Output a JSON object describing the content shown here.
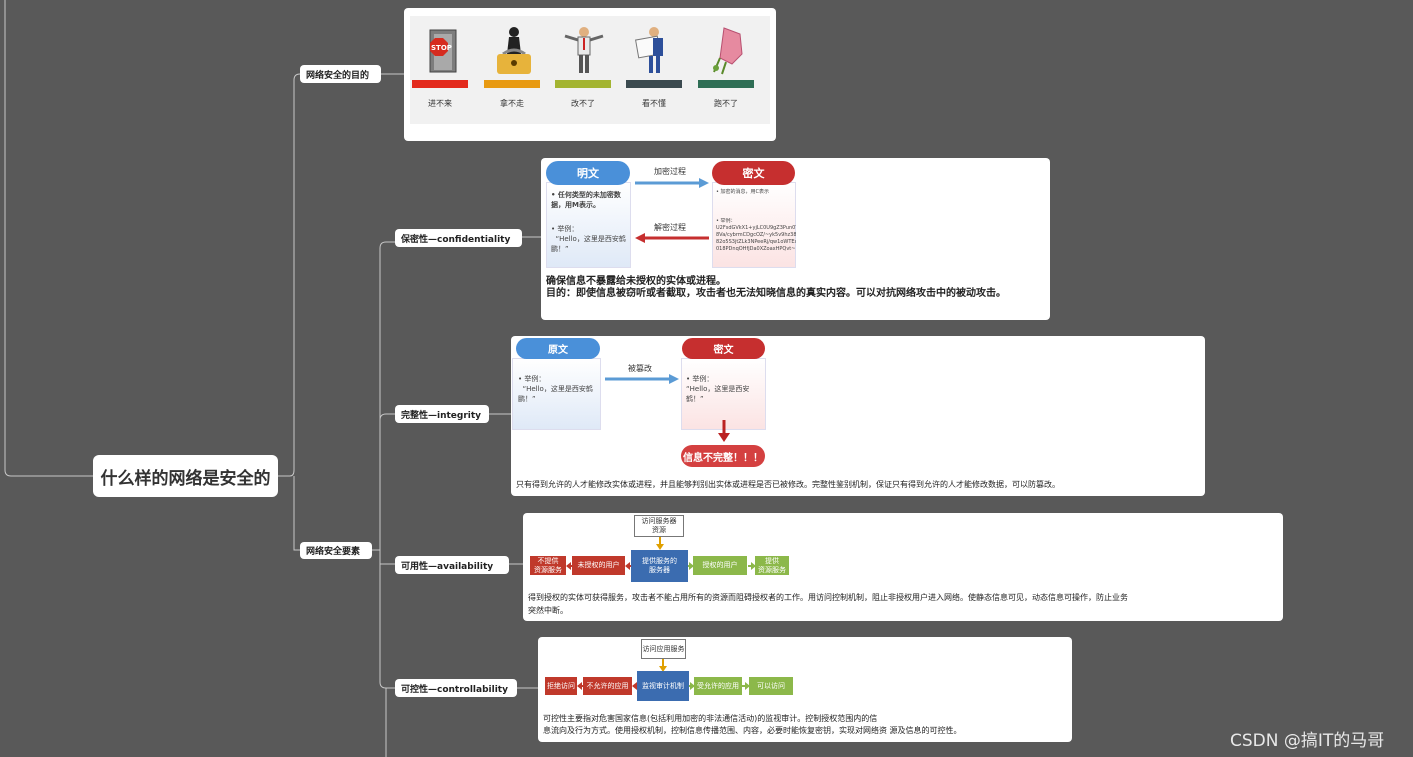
{
  "root": {
    "label": "什么样的网络是安全的"
  },
  "branches": {
    "purpose": "网络安全的目的",
    "elements": "网络安全要素"
  },
  "purpose_figure": {
    "items": [
      {
        "label": "进不来",
        "color": "#e32a1c",
        "icon": "stop-door-icon"
      },
      {
        "label": "拿不走",
        "color": "#e89a12",
        "icon": "padlock-thief-icon"
      },
      {
        "label": "改不了",
        "color": "#a3b431",
        "icon": "confused-man-icon"
      },
      {
        "label": "看不懂",
        "color": "#3b4a4f",
        "icon": "newspaper-reader-icon"
      },
      {
        "label": "跑不了",
        "color": "#2f6e55",
        "icon": "grabbing-hand-icon"
      }
    ]
  },
  "confidentiality": {
    "label": "保密性—confidentiality",
    "plain_title": "明文",
    "plain_bullet1": "• 任何类型的未加密数据，用M表示。",
    "plain_example": "• 举例：\n  “Hello，这里是西安鹤鹏！”",
    "cipher_title": "密文",
    "cipher_bullet1": "• 加密的消息，用C表示",
    "cipher_example": "• 举例：\nU2FsdGVkX1+yjLC0U9gZ3Pun0Y\n8Va/cybrmCDgcOZ/~yk5v9hz38\n82o5S3jtZLk3NPeeRj/qw1oWTEx\n018PDnqOHfjDa0XZoaxHPQvt~",
    "encrypt_label": "加密过程",
    "decrypt_label": "解密过程",
    "desc_line1": "确保信息不暴露给未授权的实体或进程。",
    "desc_line2": "目的：即使信息被窃听或者截取，攻击者也无法知晓信息的真实内容。可以对抗网络攻击中的被动攻击。"
  },
  "integrity": {
    "label": "完整性—integrity",
    "orig_title": "原文",
    "orig_example": "• 举例：\n  “Hello，这里是西安鹤鹏！”",
    "cipher_title": "密文",
    "cipher_example": "• 举例：\n“Hello，这里是西安鹤！”",
    "tamper_label": "被篡改",
    "alert": "信息不完整！！！",
    "desc": "只有得到允许的人才能修改实体或进程，并且能够判别出实体或进程是否已被修改。完整性鉴别机制，保证只有得到允许的人才能修改数据，可以防篡改。"
  },
  "availability": {
    "label": "可用性—availability",
    "top_box": "访问服务器\n资源",
    "center": "提供服务的\n服务器",
    "left2": "未授权的用户",
    "left1": "不提供\n资源服务",
    "right1": "授权的用户",
    "right2": "提供\n资源服务",
    "desc_line1": "得到授权的实体可获得服务，攻击者不能占用所有的资源而阻碍授权者的工作。用访问控制机制，阻止非授权用户进入网络。使静态信息可见，动态信息可操作，防止业务",
    "desc_line2": "突然中断。"
  },
  "controllability": {
    "label": "可控性—controllability",
    "top_box": "访问应用服务",
    "center": "监视审计机制",
    "left2": "不允许的应用",
    "left1": "拒绝访问",
    "right1": "受允许的应用",
    "right2": "可以访问",
    "desc_line1": "可控性主要指对危害国家信息(包括利用加密的非法通信活动)的监视审计。控制授权范围内的信",
    "desc_line2": "息流向及行为方式。使用授权机制，控制信息传播范围、内容，必要时能恢复密钥，实现对网络资 源及信息的可控性。"
  },
  "watermark": "CSDN @搞IT的马哥",
  "colors": {
    "red": "#c62f2f",
    "blue": "#4a90d9",
    "green": "#8cb84a",
    "navy": "#2e5d9e"
  }
}
